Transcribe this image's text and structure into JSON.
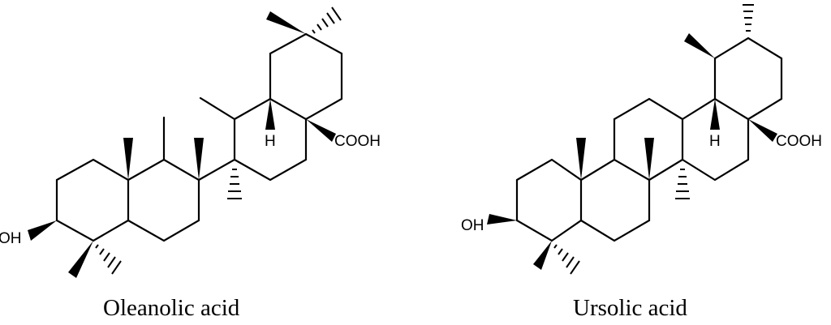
{
  "structures": [
    {
      "caption": "Oleanolic acid",
      "atom_labels": {
        "hydroxyl": "OH",
        "hydrogen": "H",
        "carboxyl": "COOH"
      }
    },
    {
      "caption": "Ursolic acid",
      "atom_labels": {
        "hydroxyl": "OH",
        "hydrogen": "H",
        "carboxyl": "COOH"
      }
    }
  ],
  "colors": {
    "ink": "#000000",
    "background": "#ffffff"
  }
}
